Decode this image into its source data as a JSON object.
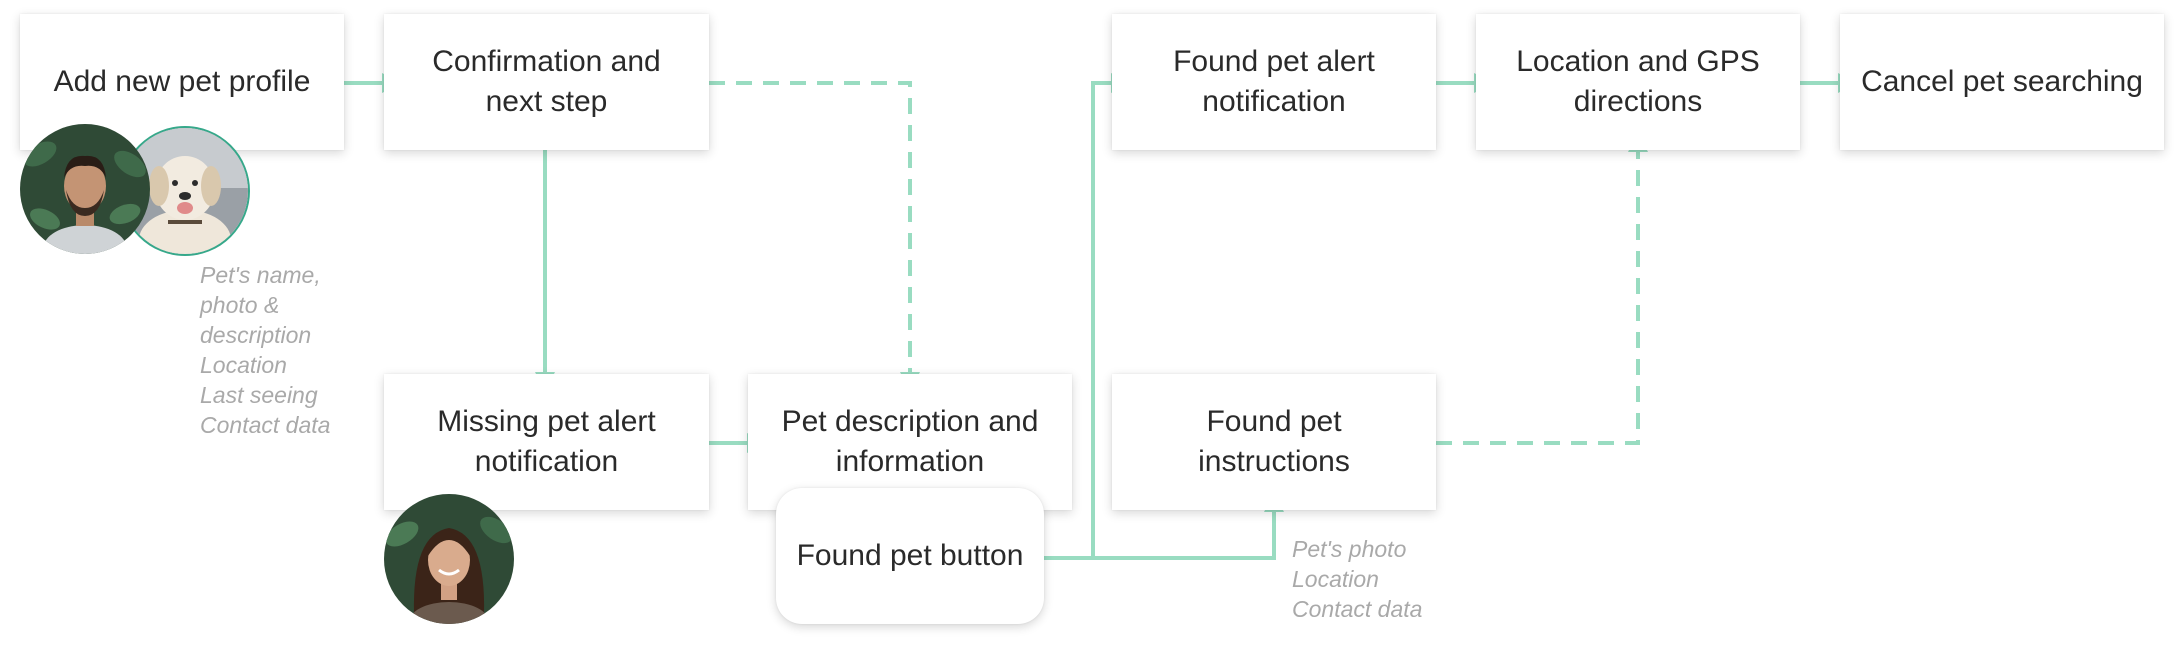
{
  "colors": {
    "connector": "#99dcc1",
    "box_text": "#2a2a2a",
    "note_text": "#a9a9a9"
  },
  "nodes": {
    "add_profile": "Add new pet profile",
    "confirmation": "Confirmation and next step",
    "found_alert": "Found pet alert notification",
    "location_gps": "Location and GPS directions",
    "cancel_search": "Cancel pet searching",
    "missing_alert": "Missing pet alert notification",
    "pet_description": "Pet description and information",
    "found_instructions": "Found pet instructions",
    "found_button": "Found pet button"
  },
  "notes": {
    "profile_fields": [
      "Pet's name,",
      "photo &",
      "description",
      "Location",
      "Last seeing",
      "Contact data"
    ],
    "found_fields": [
      "Pet's photo",
      "Location",
      "Contact data"
    ]
  },
  "images": {
    "owner": "man-photo",
    "dog": "golden-retriever-photo",
    "finder": "woman-photo"
  }
}
